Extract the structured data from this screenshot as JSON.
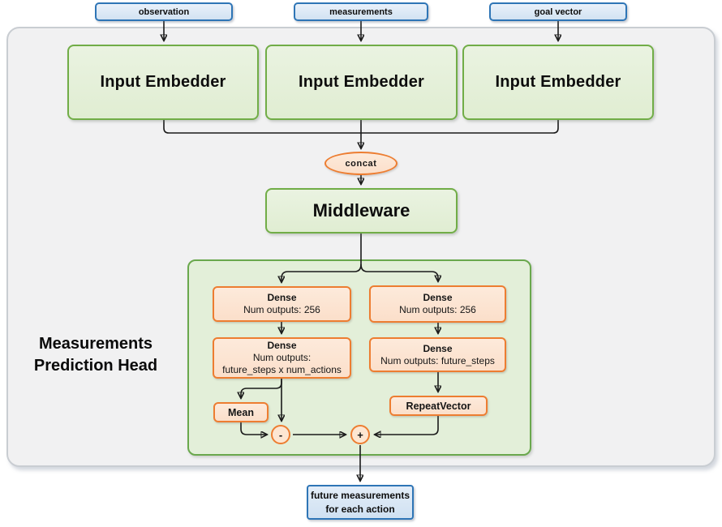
{
  "diagram": {
    "inputs": [
      {
        "label": "observation"
      },
      {
        "label": "measurements"
      },
      {
        "label": "goal vector"
      }
    ],
    "embedders": [
      {
        "label": "Input Embedder"
      },
      {
        "label": "Input Embedder"
      },
      {
        "label": "Input Embedder"
      }
    ],
    "concat": {
      "label": "concat"
    },
    "middleware": {
      "label": "Middleware"
    },
    "head": {
      "title_line1": "Measurements",
      "title_line2": "Prediction Head",
      "left_dense1": {
        "title": "Dense",
        "subtitle": "Num outputs: 256"
      },
      "right_dense1": {
        "title": "Dense",
        "subtitle": "Num outputs: 256"
      },
      "left_dense2": {
        "title": "Dense",
        "subtitle": "Num outputs:",
        "subtitle2": "future_steps x num_actions"
      },
      "right_dense2": {
        "title": "Dense",
        "subtitle": "Num outputs: future_steps"
      },
      "mean": {
        "label": "Mean"
      },
      "repeat_vector": {
        "label": "RepeatVector"
      },
      "minus": {
        "label": "-"
      },
      "plus": {
        "label": "+"
      }
    },
    "output": {
      "line1": "future measurements",
      "line2": "for each action"
    },
    "colors": {
      "green_border": "#71ad47",
      "green_fill": "#e6f0dd",
      "orange_border": "#ed7d31",
      "orange_fill": "#fce5d3",
      "blue_border": "#2e75b6",
      "blue_fill": "#dce9f6",
      "container_fill": "#f1f1f2",
      "container_border": "#c9cdd2",
      "wire": "#1a1a1a"
    }
  }
}
